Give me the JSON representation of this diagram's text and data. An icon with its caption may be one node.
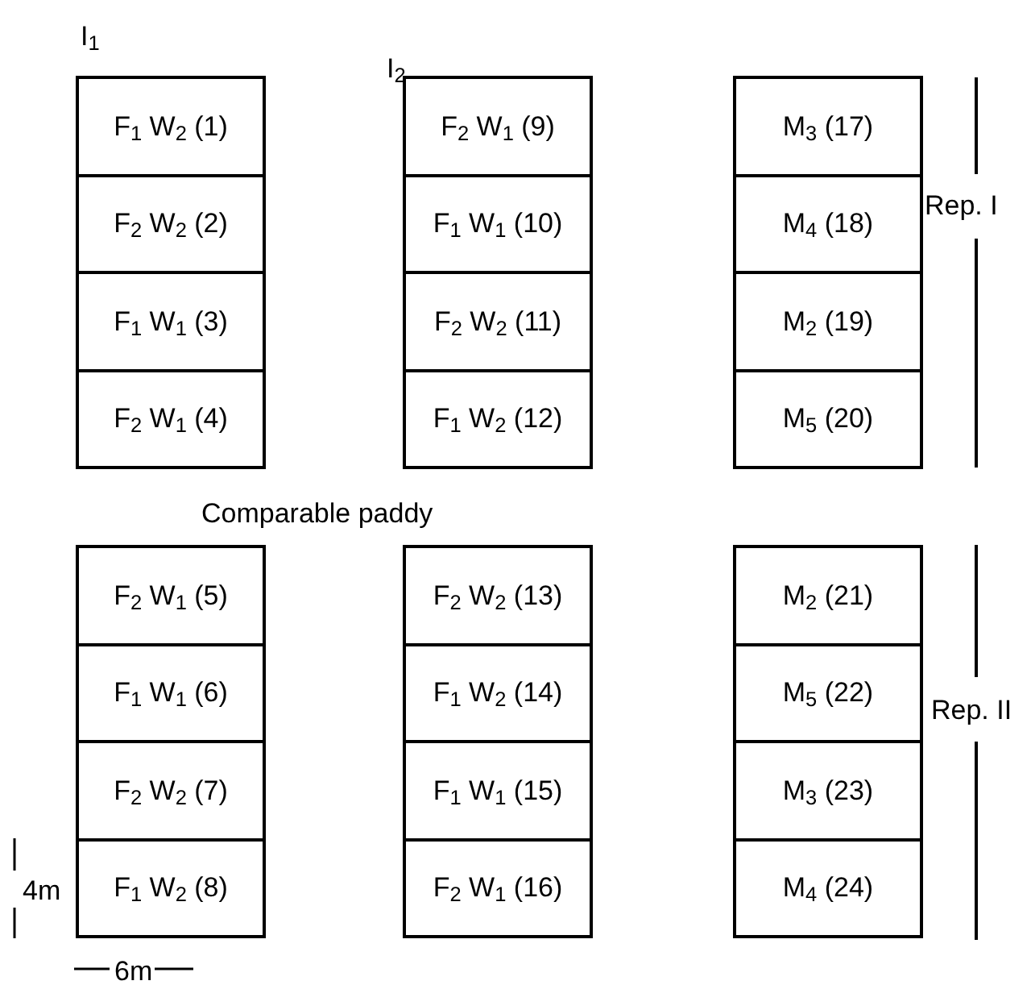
{
  "diagram": {
    "nodes": [
      {
        "text": [],
        "shape": "box"
      },
      {
        "text": [
          "F$_{1}$ W$_{2}$ (1)"
        ],
        "in": 0
      },
      {
        "text": [
          "F$_{2}$ W$_{2}$ (2)"
        ],
        "in": 0
      },
      {
        "text": [
          "F$_{1}$ W$_{1}$ (3)"
        ],
        "in": 0
      },
      {
        "text": [
          "F$_{2}$ W$_{1}$ (4)"
        ],
        "in": 0
      },
      {
        "text": [],
        "shape": "box"
      },
      {
        "text": [
          "F$_{2}$ W$_{1}$ (9)"
        ],
        "in": 5
      },
      {
        "text": [
          "F$_{1}$ W$_{1}$ (10)"
        ],
        "in": 5
      },
      {
        "text": [
          "F$_{2}$ W$_{2}$ (11)"
        ],
        "in": 5
      },
      {
        "text": [
          "F$_{1}$ W$_{2}$ (12)"
        ],
        "in": 5
      },
      {
        "text": [],
        "shape": "box"
      },
      {
        "text": [
          "M$_{3}$ (17)"
        ],
        "in": 10
      },
      {
        "text": [
          "M$_{4}$ (18)"
        ],
        "in": 10
      },
      {
        "text": [
          "M$_{2}$ (19)"
        ],
        "in": 10
      },
      {
        "text": [
          "M$_{5}$ (20)"
        ],
        "in": 10
      },
      {
        "text": [],
        "shape": "box"
      },
      {
        "text": [
          "F$_{2}$ W$_{1}$ (5)"
        ],
        "in": 15
      },
      {
        "text": [
          "F$_{1}$ W$_{1}$ (6)"
        ],
        "in": 15
      },
      {
        "text": [
          "F$_{2}$ W$_{2}$ (7)"
        ],
        "in": 15
      },
      {
        "text": [
          "F$_{1}$ W$_{2}$ (8)"
        ],
        "in": 15
      },
      {
        "text": [],
        "shape": "box"
      },
      {
        "text": [
          "F$_{2}$ W$_{2}$ (13)"
        ],
        "in": 20
      },
      {
        "text": [
          "F$_{1}$ W$_{2}$ (14)"
        ],
        "in": 20
      },
      {
        "text": [
          "F$_{1}$ W$_{1}$ (15)"
        ],
        "in": 20
      },
      {
        "text": [
          "F$_{2}$ W$_{1}$ (16)"
        ],
        "in": 20
      },
      {
        "text": [],
        "shape": "box"
      },
      {
        "text": [
          "M$_{2}$ (21)"
        ],
        "in": 25
      },
      {
        "text": [
          "M$_{5}$ (22)"
        ],
        "in": 25
      },
      {
        "text": [
          "M$_{3}$ (23)"
        ],
        "in": 25
      },
      {
        "text": [
          "M$_{4}$ (24)"
        ],
        "in": 25
      }
    ],
    "labels": [
      "I$_{1}$",
      "I$_{2}$",
      "Rep. I",
      "Comparable paddy",
      "Rep. II",
      "4m",
      "6m"
    ]
  }
}
